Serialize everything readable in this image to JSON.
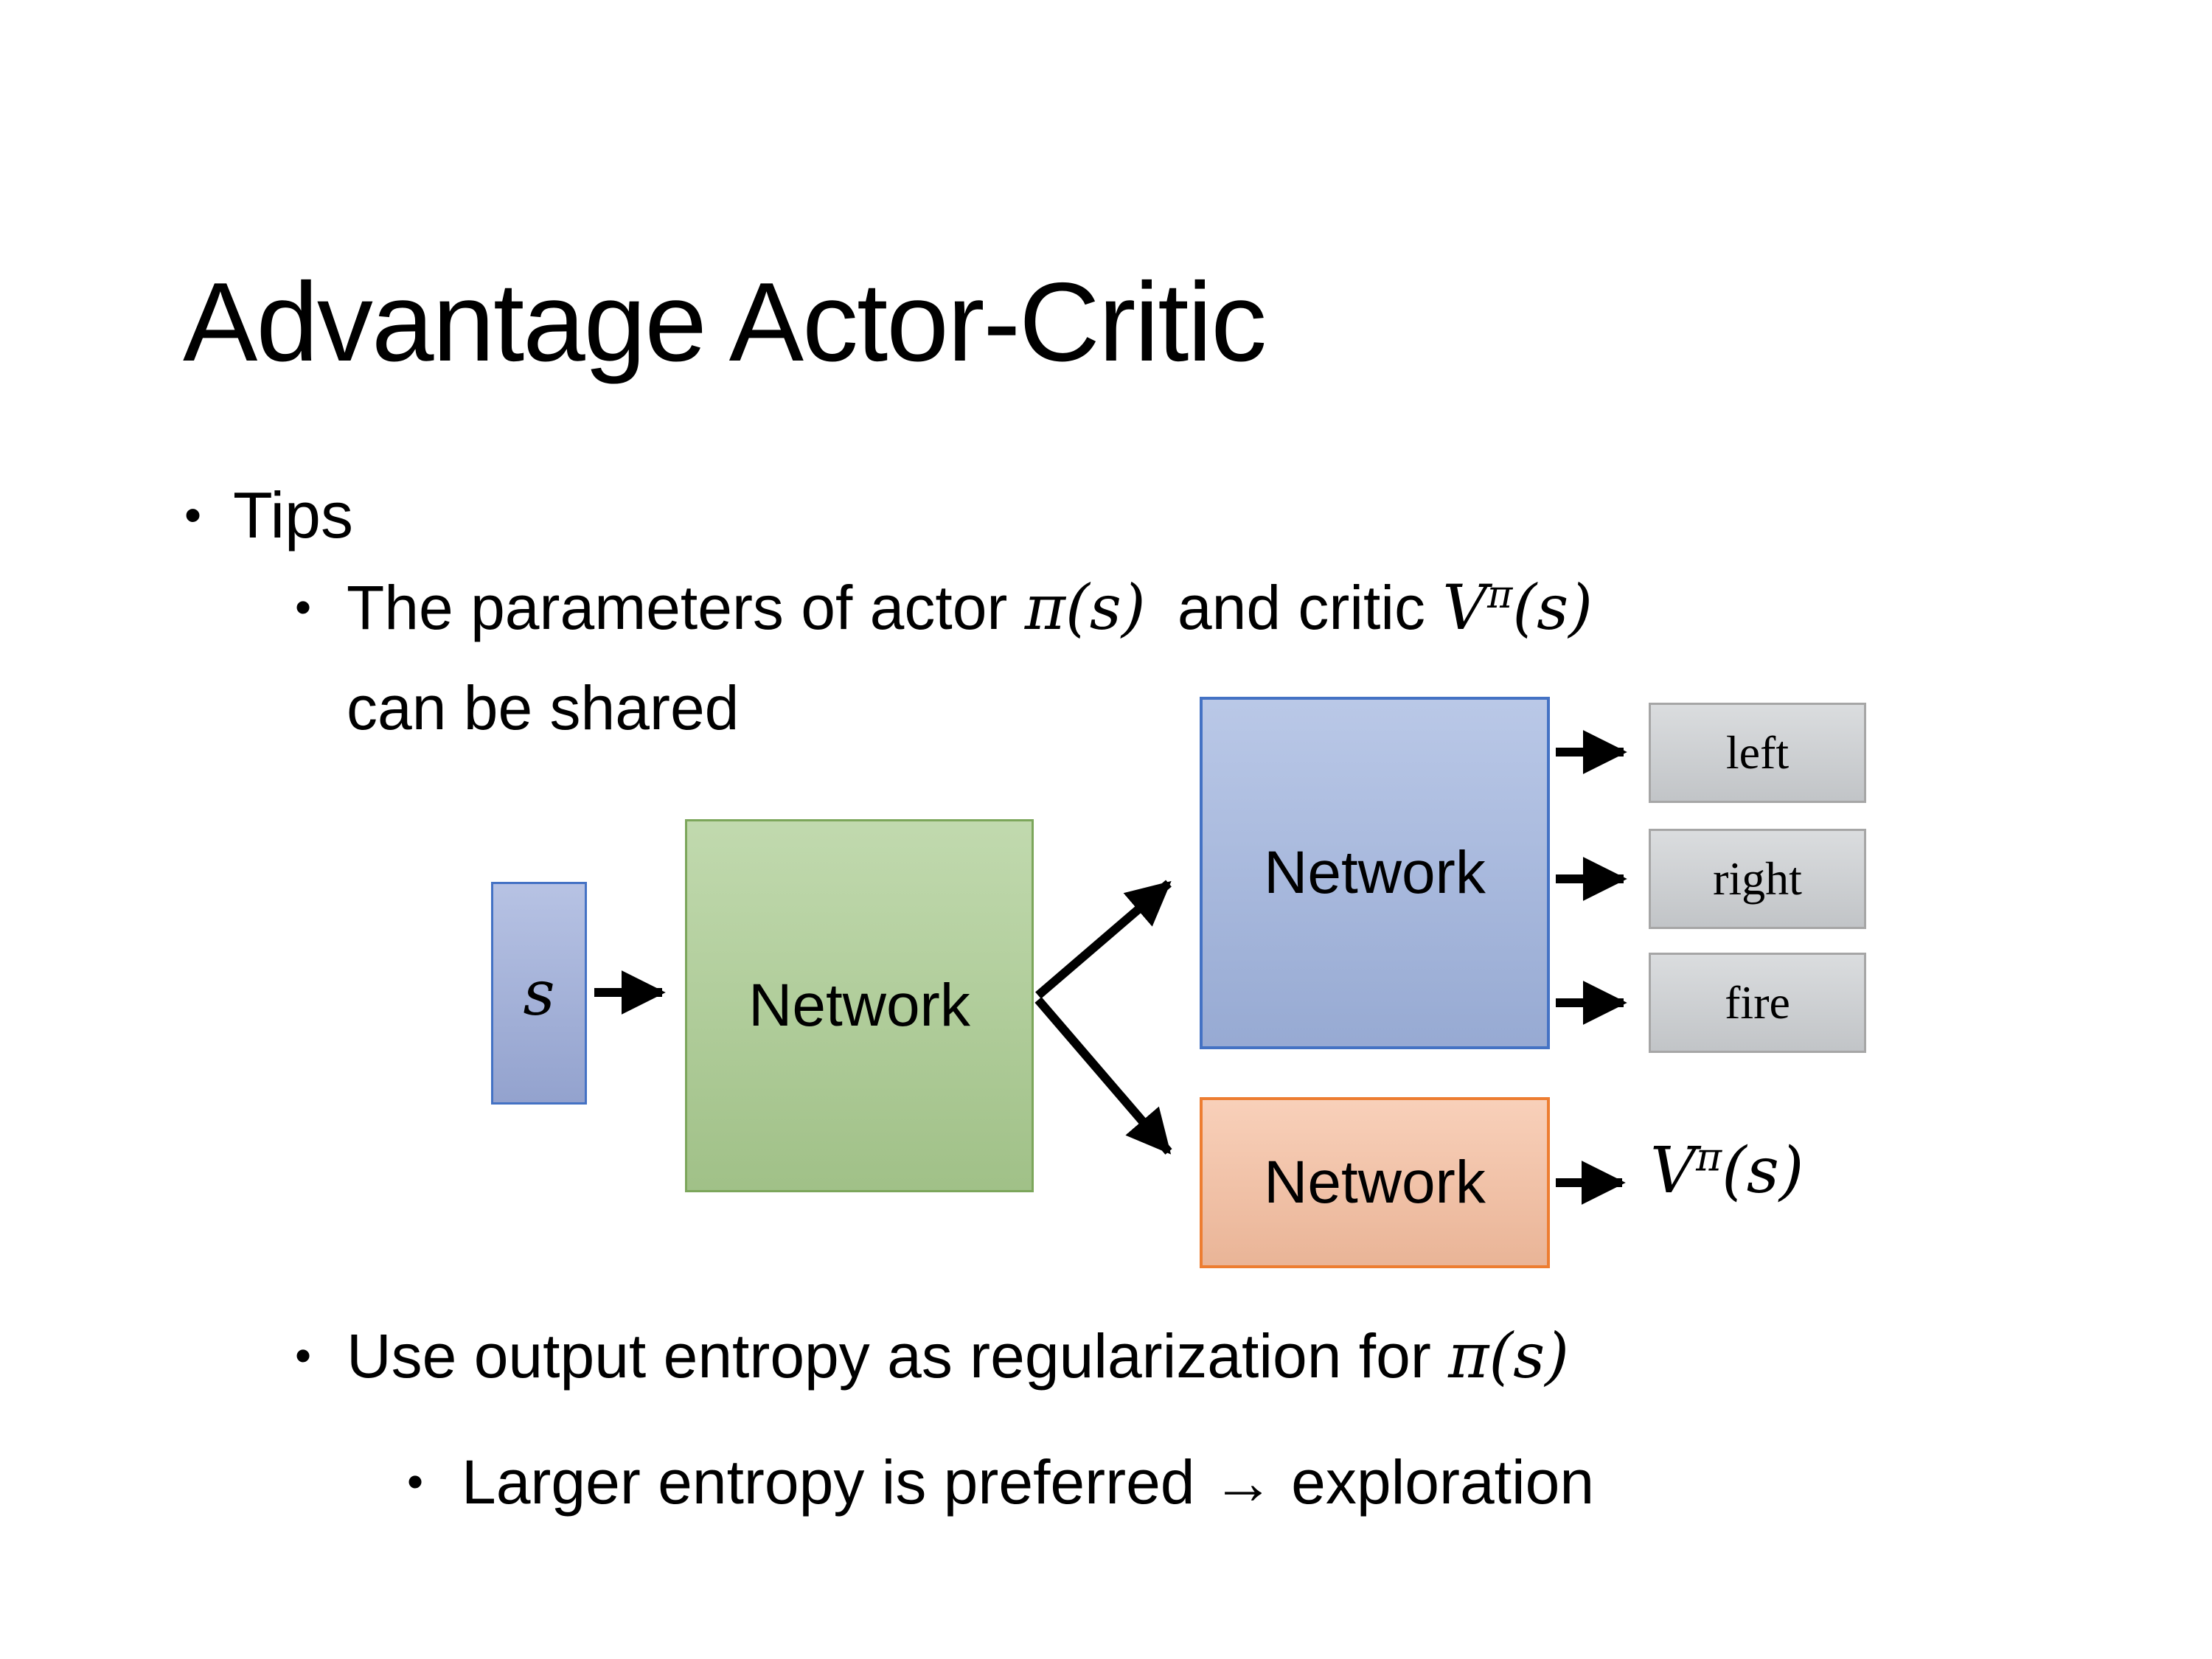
{
  "title": "Advantage Actor-Critic",
  "bullet_char": "•",
  "bullets": {
    "tips": "Tips",
    "params": {
      "pre": "The parameters of actor ",
      "pi": "π(s)",
      "mid": " and critic ",
      "v": "V",
      "v_sup": "π",
      "v_close": "(s)",
      "line2": "can be shared"
    },
    "entropy": {
      "pre": "Use output entropy as regularization for ",
      "pi": "π(s)"
    },
    "exploration": "Larger entropy is preferred → exploration"
  },
  "diagram": {
    "state_label": "s",
    "shared_network_label": "Network",
    "actor_network_label": "Network",
    "critic_network_label": "Network",
    "actions": [
      "left",
      "right",
      "fire"
    ],
    "critic_output": {
      "v": "V",
      "sup": "π",
      "close": "(s)"
    },
    "colors": {
      "background": "#FFFFFF",
      "text": "#000000",
      "arrow": "#000000",
      "state-fill": "#9BABD9",
      "state-border": "#4472C4",
      "shared-fill": "#A9CB8F",
      "shared-border": "#7CA65B",
      "actor-fill": "#9FB3DE",
      "actor-border": "#4472C4",
      "critic-fill": "#F6BE9F",
      "critic-border": "#ED7D31",
      "action-fill": "#CCCFD2",
      "action-border": "#A6A6A6"
    }
  }
}
